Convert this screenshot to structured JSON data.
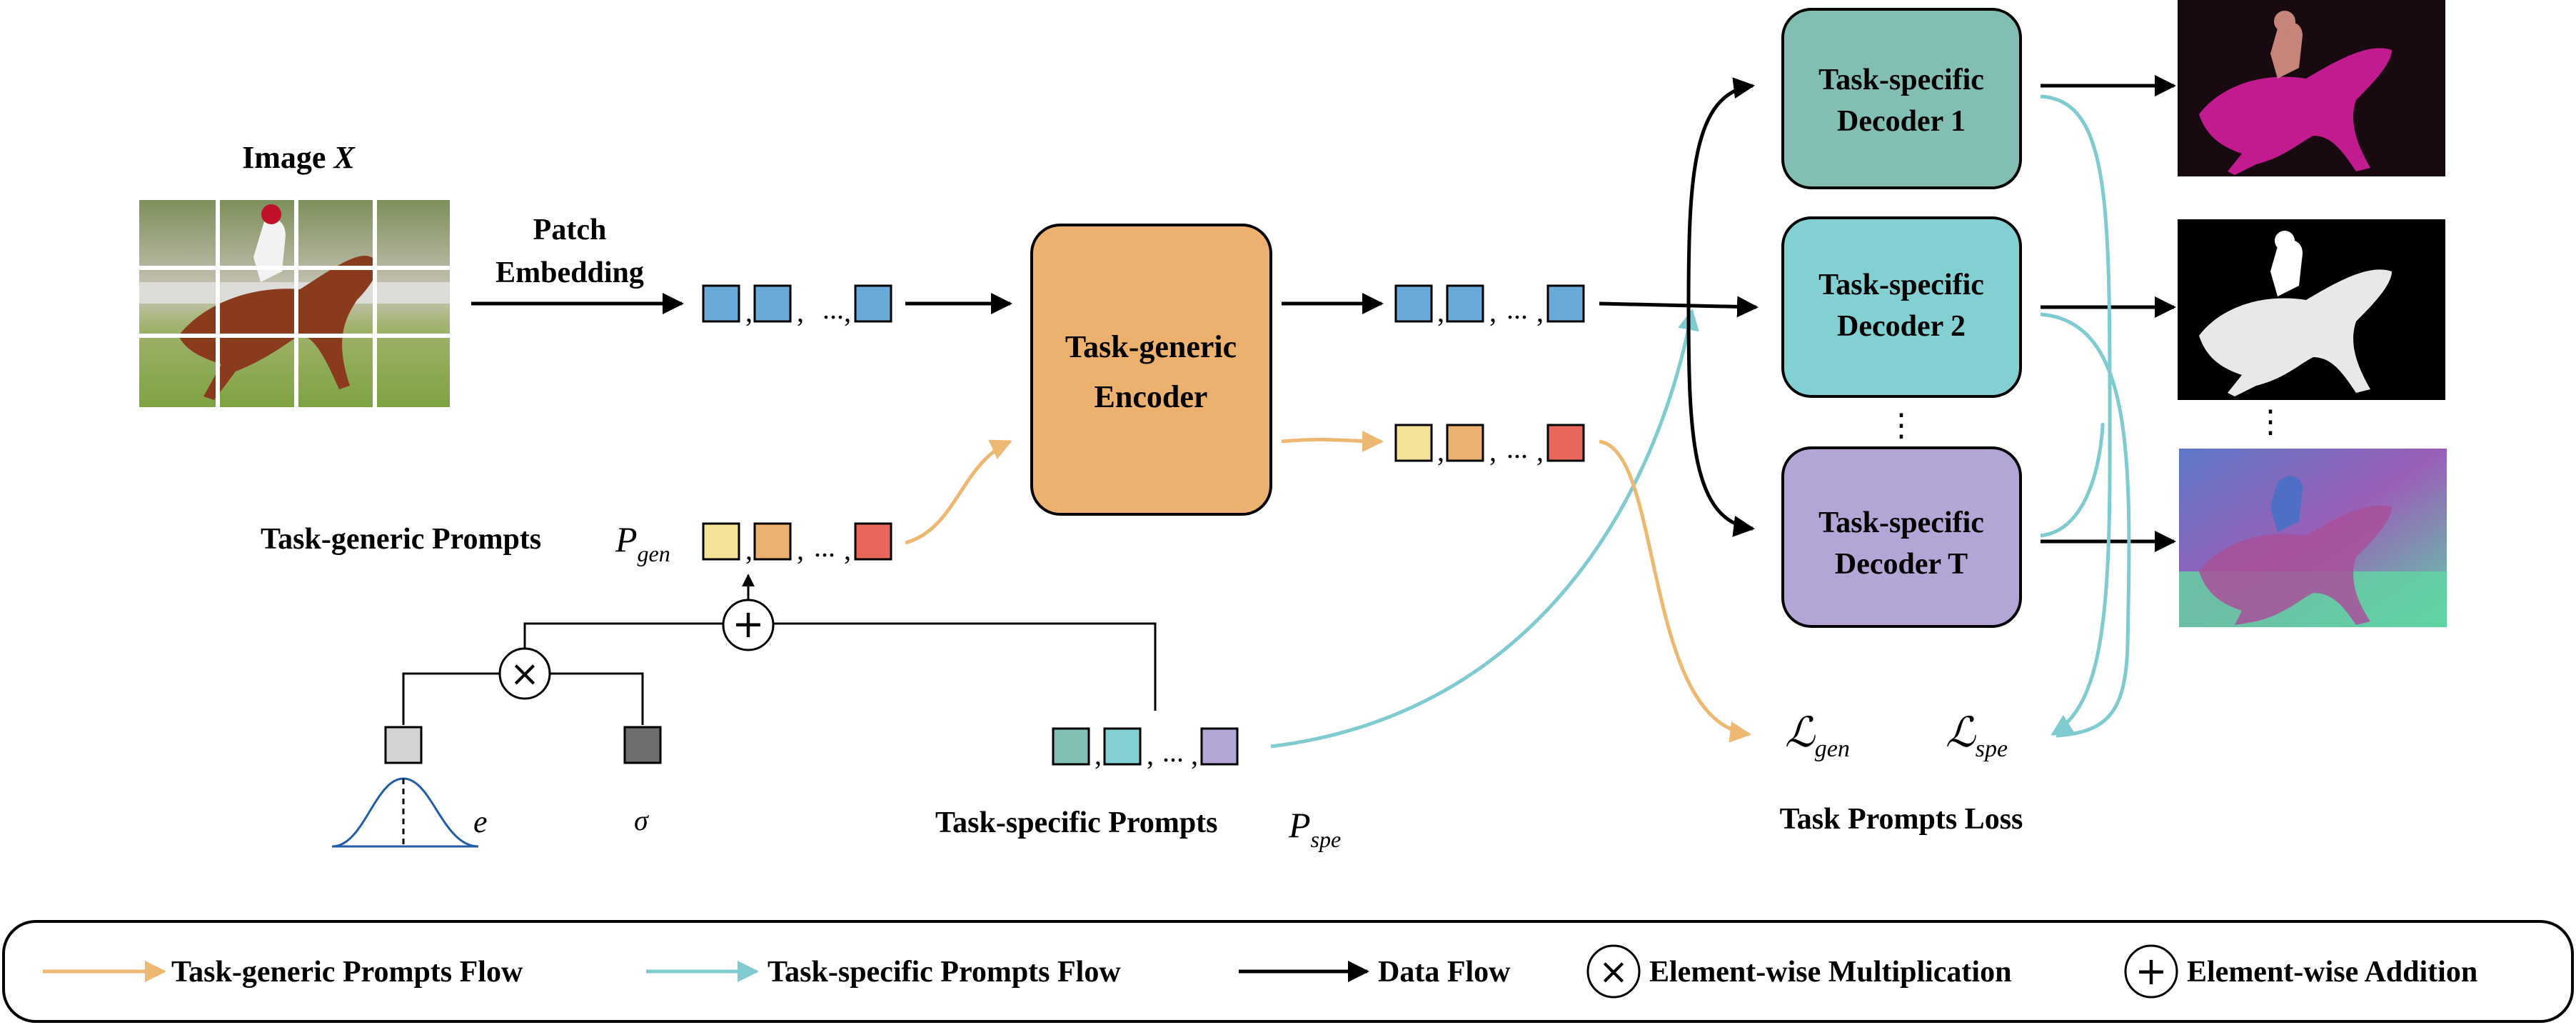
{
  "colors": {
    "generic_flow": "#EDB872",
    "specific_flow": "#7FCBCF",
    "data_flow": "#000000",
    "patch_blue": "#6AAADB",
    "encoder_fill": "#EDB16F",
    "decoder1_fill": "#82BEB3",
    "decoder2_fill": "#83D0D2",
    "decoderT_fill": "#B3A6D6",
    "prompt_yellow": "#F5E39A",
    "prompt_orange": "#EDB16F",
    "prompt_red": "#E8675B",
    "mask_magenta": "#C21A8F",
    "mask_rider": "#C6847A"
  },
  "input": {
    "title_prefix": "Image",
    "title_var": "X"
  },
  "patch_embedding": {
    "line1": "Patch",
    "line2": "Embedding"
  },
  "sequence_dots": "...",
  "encoder": {
    "line1": "Task-generic",
    "line2": "Encoder"
  },
  "generic_prompts": {
    "label": "Task-generic Prompts",
    "symbol": "P",
    "subscript": "gen"
  },
  "specific_prompts": {
    "label": "Task-specific Prompts",
    "symbol": "P",
    "subscript": "spe"
  },
  "noise": {
    "e_label": "e",
    "sigma_label": "σ"
  },
  "decoders": [
    {
      "line1": "Task-specific",
      "line2": "Decoder 1"
    },
    {
      "line1": "Task-specific",
      "line2": "Decoder 2"
    },
    {
      "line1": "Task-specific",
      "line2": "Decoder T"
    }
  ],
  "vertical_dots": "⋮",
  "loss": {
    "symbol": "ℒ",
    "gen_sub": "gen",
    "spe_sub": "spe",
    "caption": "Task Prompts Loss"
  },
  "legend": {
    "generic_flow": "Task-generic Prompts Flow",
    "specific_flow": "Task-specific Prompts Flow",
    "data_flow": "Data Flow",
    "multiplication": "Element-wise Multiplication",
    "addition": "Element-wise Addition"
  },
  "operators": {
    "multiply": "×",
    "add": "+"
  }
}
